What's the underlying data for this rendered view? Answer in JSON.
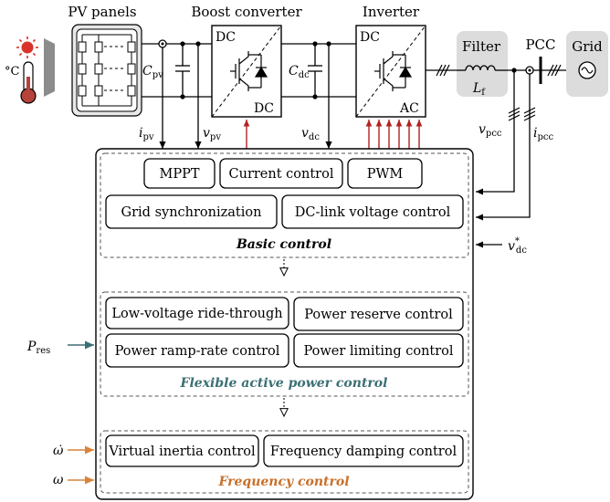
{
  "top_labels": {
    "pv_panels": "PV panels",
    "boost_converter": "Boost converter",
    "inverter": "Inverter",
    "filter": "Filter",
    "pcc": "PCC",
    "grid": "Grid"
  },
  "converter_labels": {
    "boost_in": "DC",
    "boost_out": "DC",
    "inv_in": "DC",
    "inv_out": "AC"
  },
  "symbols": {
    "c_pv": "C",
    "c_pv_sub": "pv",
    "c_dc": "C",
    "c_dc_sub": "dc",
    "l_f": "L",
    "l_f_sub": "f",
    "i_pv": "i",
    "i_pv_sub": "pv",
    "v_pv": "v",
    "v_pv_sub": "pv",
    "v_dc": "v",
    "v_dc_sub": "dc",
    "v_pcc": "v",
    "v_pcc_sub": "pcc",
    "i_pcc": "i",
    "i_pcc_sub": "pcc",
    "v_dc_ref": "v",
    "v_dc_ref_sup": "*",
    "v_dc_ref_sub": "dc",
    "p_res": "P",
    "p_res_sub": "res",
    "omega_dot": "ω̇",
    "omega": "ω",
    "temp_unit": "°C"
  },
  "basic_control": {
    "title": "Basic control",
    "modules": [
      "MPPT",
      "Current control",
      "PWM",
      "Grid synchronization",
      "DC-link voltage control"
    ]
  },
  "flexible_control": {
    "title": "Flexible active power control",
    "modules": [
      "Low-voltage ride-through",
      "Power reserve control",
      "Power ramp-rate control",
      "Power limiting control"
    ]
  },
  "frequency_control": {
    "title": "Frequency control",
    "modules": [
      "Virtual inertia control",
      "Frequency damping control"
    ]
  },
  "colors": {
    "flexible_title": "#3b6f74",
    "frequency_title": "#c8702a",
    "red_arrow": "#b22222",
    "teal_arrow": "#3b6f74",
    "orange_arrow": "#d9843a",
    "filter_bg": "#dcdcdc",
    "grid_bg": "#dcdcdc",
    "panel_bg": "#e8e8e8",
    "sun": "#d9342b"
  }
}
